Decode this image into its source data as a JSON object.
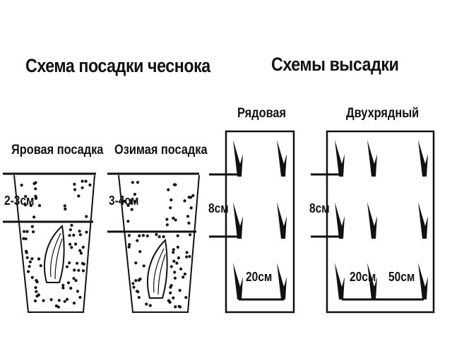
{
  "titles": {
    "left": "Схема посадки чеснока",
    "right": "Схемы высадки"
  },
  "planting": {
    "spring_label": "Яровая посадка",
    "spring_depth": "2-3см",
    "winter_label": "Озимая посадка",
    "winter_depth": "3-4см"
  },
  "schemes": {
    "row_label": "Рядовая",
    "row_spacing": "8см",
    "row_width": "20см",
    "double_label": "Двухрядный",
    "double_spacing": "8см",
    "double_inner": "20см",
    "double_outer": "50см"
  },
  "colors": {
    "ink": "#111111",
    "background": "#ffffff"
  }
}
